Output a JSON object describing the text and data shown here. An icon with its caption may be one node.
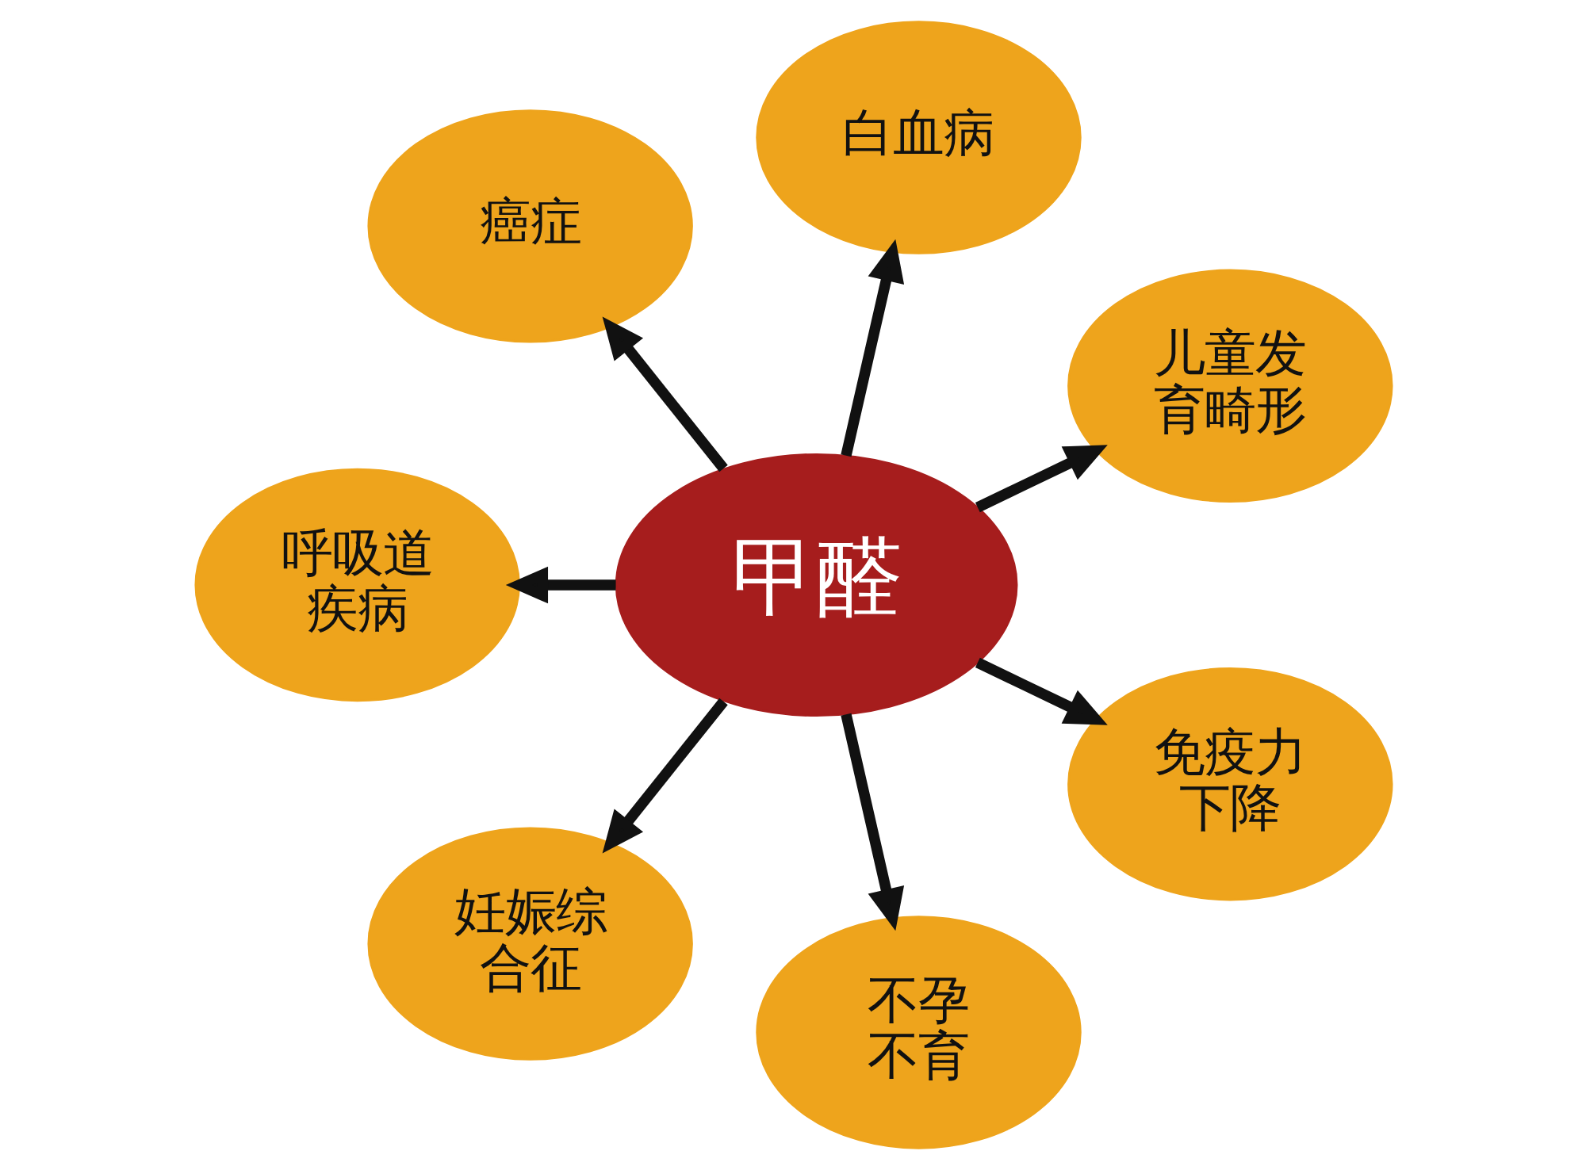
{
  "diagram": {
    "nodes": [
      {
        "text": [
          "甲醛"
        ]
      },
      {
        "text": [
          "癌症"
        ]
      },
      {
        "text": [
          "白血病"
        ]
      },
      {
        "text": [
          "儿童发育畸形"
        ]
      },
      {
        "text": [
          "呼吸道疾病"
        ]
      },
      {
        "text": [
          "免疫力下降"
        ]
      },
      {
        "text": [
          "妊娠综合征"
        ]
      },
      {
        "text": [
          "不孕不育"
        ]
      }
    ],
    "edges": [
      {
        "from": 0,
        "to": 1,
        "arrow": "to"
      },
      {
        "from": 0,
        "to": 2,
        "arrow": "to"
      },
      {
        "from": 0,
        "to": 3,
        "arrow": "to"
      },
      {
        "from": 0,
        "to": 4,
        "arrow": "to"
      },
      {
        "from": 0,
        "to": 5,
        "arrow": "to"
      },
      {
        "from": 0,
        "to": 6,
        "arrow": "to"
      },
      {
        "from": 0,
        "to": 7,
        "arrow": "to"
      }
    ]
  }
}
